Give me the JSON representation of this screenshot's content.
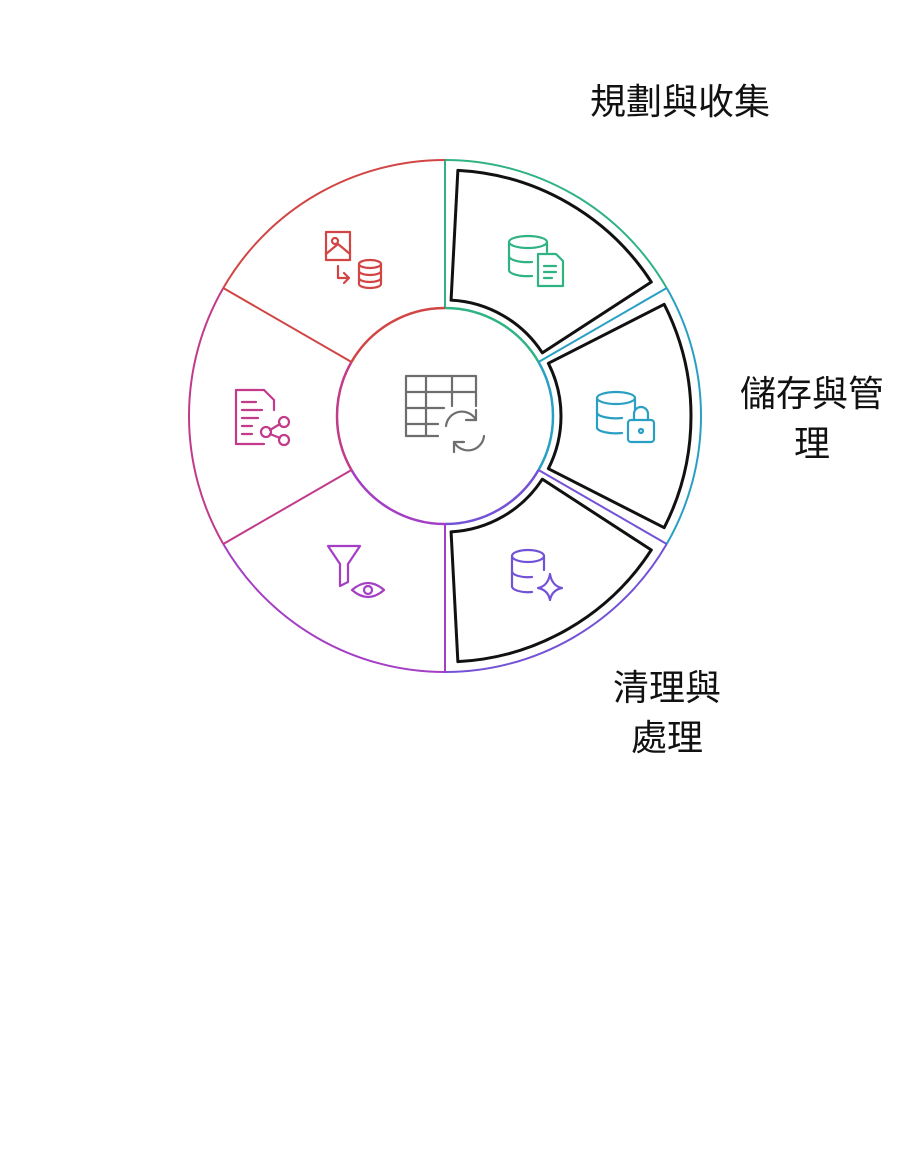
{
  "labels": {
    "planning_collection": "規劃與收集",
    "storage_management": "儲存與管理",
    "cleaning_processing": "清理與處理"
  },
  "segments": [
    {
      "id": "planning",
      "icon": "database-document-icon",
      "color": "#2fb383"
    },
    {
      "id": "storage",
      "icon": "database-lock-icon",
      "color": "#2a9fc4"
    },
    {
      "id": "cleaning",
      "icon": "database-sparkle-icon",
      "color": "#7352d6"
    },
    {
      "id": "analysis",
      "icon": "filter-eye-icon",
      "color": "#a43ec4"
    },
    {
      "id": "sharing",
      "icon": "document-share-icon",
      "color": "#c23b8a"
    },
    {
      "id": "import",
      "icon": "image-to-database-icon",
      "color": "#d24545"
    }
  ],
  "center": {
    "icon": "table-refresh-icon",
    "color": "#6e6e6e"
  },
  "highlighted_segments": [
    "planning",
    "storage",
    "cleaning"
  ]
}
